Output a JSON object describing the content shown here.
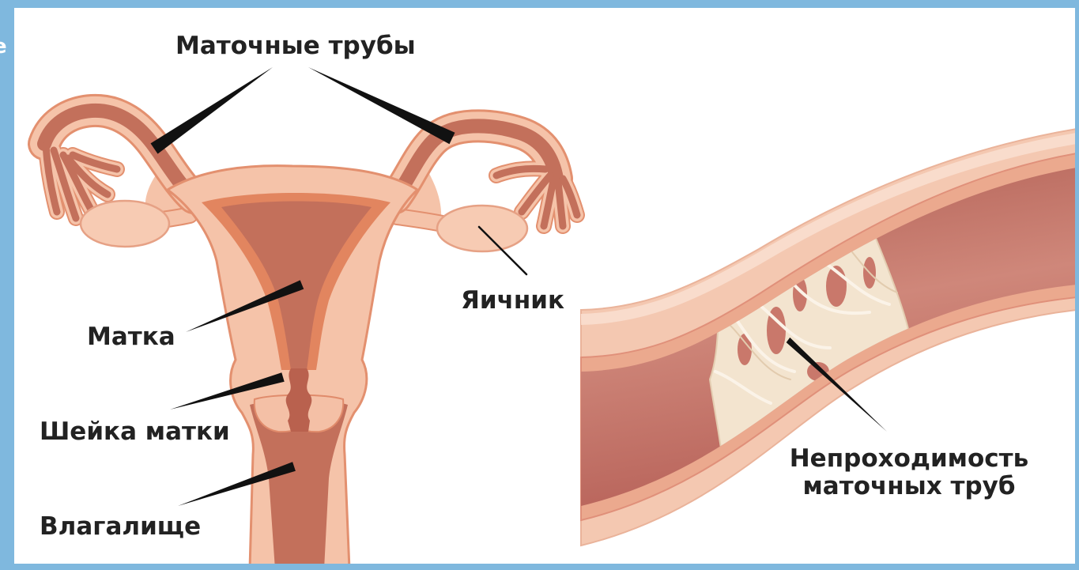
{
  "labels": {
    "fallopian_tubes": "Маточные трубы",
    "ovary": "Яичник",
    "uterus": "Матка",
    "cervix": "Шейка матки",
    "vagina": "Влагалище",
    "obstruction_line1": "Непроходимость",
    "obstruction_line2": "маточных труб"
  },
  "edge_fragment": "е",
  "colors": {
    "frame": "#7fb8de",
    "tissue_light": "#f5c3a9",
    "tissue_dark": "#c3705b",
    "endometrium": "#e2855f",
    "outline": "#e3906f",
    "blockage": "#f3e4cf",
    "leader": "#111111"
  }
}
